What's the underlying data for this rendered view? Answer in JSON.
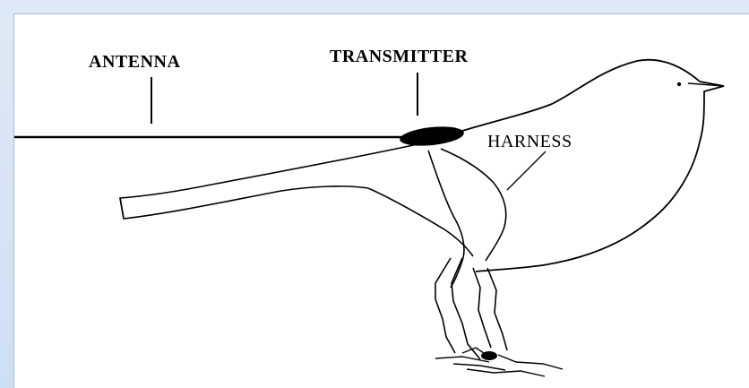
{
  "diagram": {
    "labels": {
      "antenna": "ANTENNA",
      "transmitter": "TRANSMITTER",
      "harness": "HARNESS"
    },
    "colors": {
      "background_border": "#cfdff3",
      "panel": "#ffffff",
      "ink": "#000000"
    }
  }
}
